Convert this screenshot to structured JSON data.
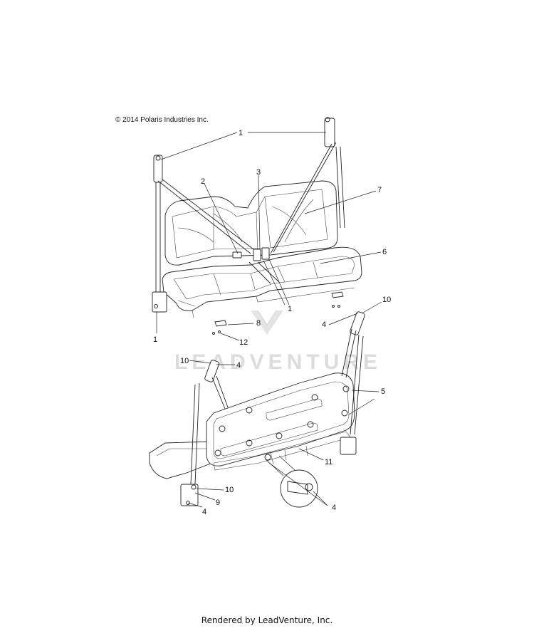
{
  "copyright": "© 2014 Polaris Industries Inc.",
  "watermark": "LEADVENTURE",
  "footer": "Rendered by LeadVenture, Inc.",
  "callouts": {
    "c1a": "1",
    "c1b": "1",
    "c1c": "1",
    "c2": "2",
    "c3": "3",
    "c4a": "4",
    "c4b": "4",
    "c4c": "4",
    "c4d": "4",
    "c5": "5",
    "c6": "6",
    "c7": "7",
    "c8": "8",
    "c9": "9",
    "c10a": "10",
    "c10b": "10",
    "c10c": "10",
    "c11": "11",
    "c12": "12"
  },
  "colors": {
    "line": "#222222",
    "watermark": "#d9d9d9"
  }
}
